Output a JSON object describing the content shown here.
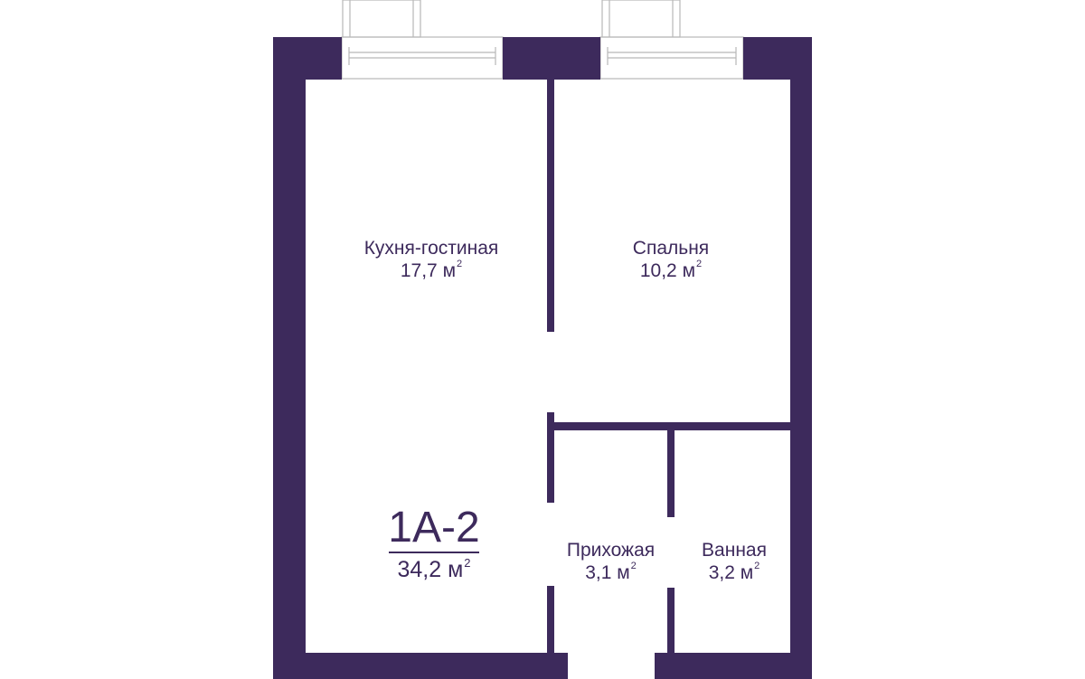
{
  "colors": {
    "wall": "#3d2a5c",
    "window_line": "#b8b8b8",
    "background": "#ffffff"
  },
  "apartment": {
    "code": "1A-2",
    "area_value": "34,2 м",
    "area_sup": "2"
  },
  "rooms": {
    "kitchen": {
      "name": "Кухня-гостиная",
      "area_value": "17,7 м",
      "area_sup": "2"
    },
    "bedroom": {
      "name": "Спальня",
      "area_value": "10,2 м",
      "area_sup": "2"
    },
    "hallway": {
      "name": "Прихожая",
      "area_value": "3,1 м",
      "area_sup": "2"
    },
    "bathroom": {
      "name": "Ванная",
      "area_value": "3,2 м",
      "area_sup": "2"
    }
  }
}
